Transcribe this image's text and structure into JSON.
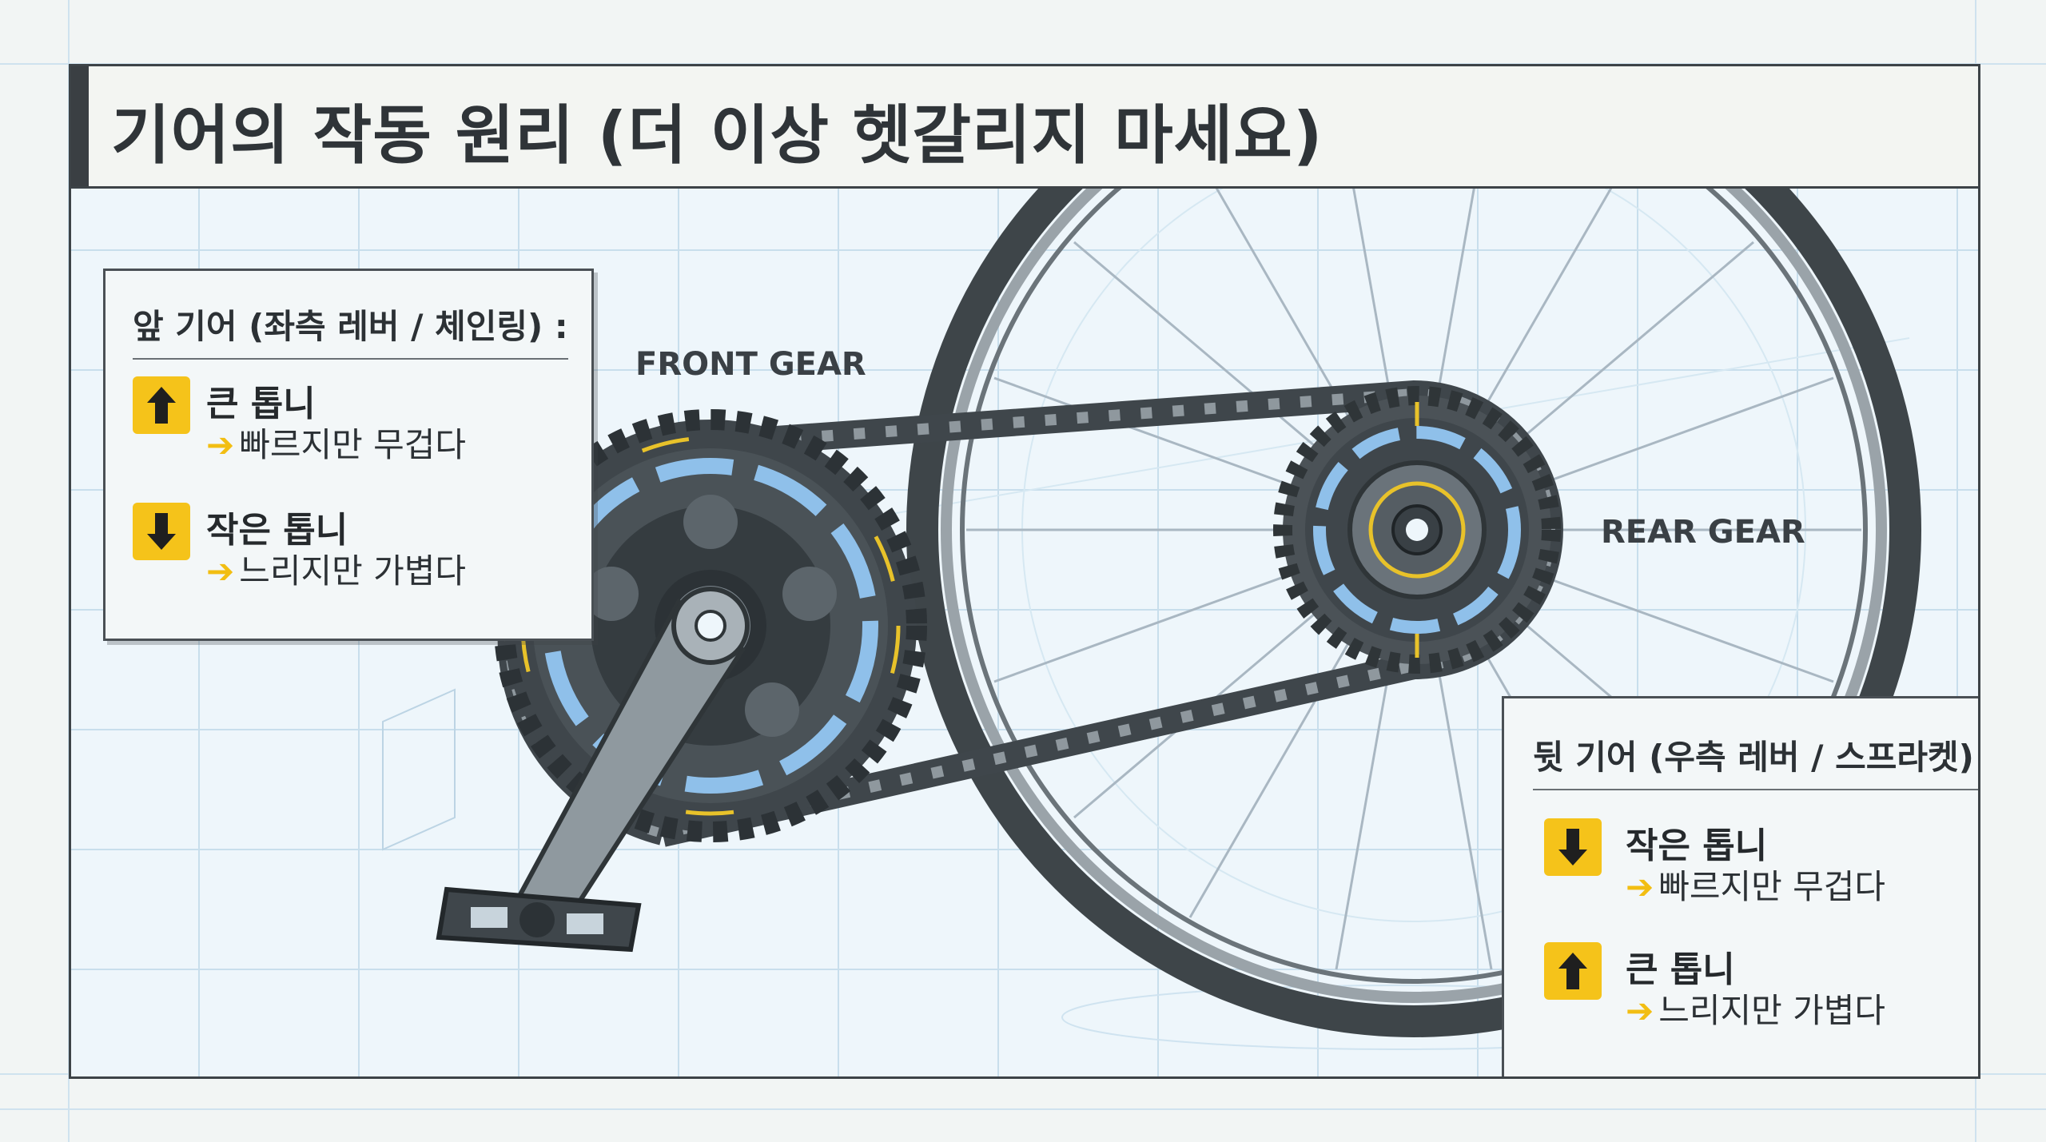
{
  "title": "기어의 작동 원리 (더 이상 헷갈리지 마세요)",
  "labels": {
    "front_gear": "FRONT GEAR",
    "rear_gear": "REAR GEAR"
  },
  "front_panel": {
    "heading": "앞 기어 (좌측 레버 / 체인링) :",
    "items": [
      {
        "icon": "arrow-up-icon",
        "name": "큰 톱니",
        "desc": "빠르지만 무겁다"
      },
      {
        "icon": "arrow-down-icon",
        "name": "작은 톱니",
        "desc": "느리지만 가볍다"
      }
    ]
  },
  "rear_panel": {
    "heading": "뒷 기어 (우측 레버 / 스프라켓) :",
    "items": [
      {
        "icon": "arrow-down-icon",
        "name": "작은 톱니",
        "desc": "빠르지만 무겁다"
      },
      {
        "icon": "arrow-up-icon",
        "name": "큰 톱니",
        "desc": "느리지만 가볍다"
      }
    ]
  },
  "colors": {
    "accent_yellow": "#f5c31a",
    "frame_dark": "#3d4347",
    "blueprint_bg": "#eef6fb",
    "highlight_blue": "#7fb6e6"
  }
}
